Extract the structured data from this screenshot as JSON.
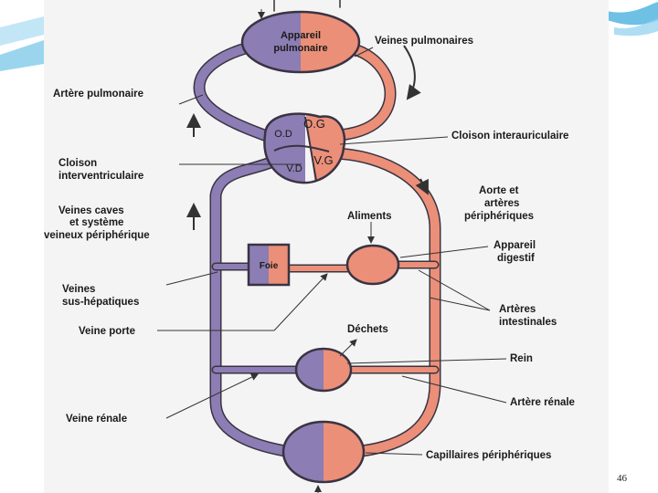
{
  "colors": {
    "venous": "#8c7db4",
    "arterial": "#eb8f78",
    "outline": "#3a3342",
    "arrow": "#333333",
    "paper": "#f4f4f4",
    "slide_accent": "#4ab0de"
  },
  "organs": {
    "lung": [
      "Appareil",
      "pulmonaire"
    ],
    "liver": "Foie",
    "heart_od": "O.D",
    "heart_og": "O.G",
    "heart_vg": "V.G",
    "heart_vd": "V.D"
  },
  "labels": {
    "veines_pulmonaires": "Veines pulmonaires",
    "artere_pulmonaire": "Artère pulmonaire",
    "cloison_interauriculaire": "Cloison interauriculaire",
    "cloison_interventriculaire": [
      "Cloison",
      "interventriculaire"
    ],
    "veines_caves": [
      "Veines caves",
      "et système",
      "veineux périphérique"
    ],
    "aorte": [
      "Aorte et",
      "artères",
      "périphériques"
    ],
    "aliments": "Aliments",
    "appareil_digestif": [
      "Appareil",
      "digestif"
    ],
    "veines_sus_hepatiques": [
      "Veines",
      "sus-hépatiques"
    ],
    "arteres_intestinales": [
      "Artères",
      "intestinales"
    ],
    "veine_porte": "Veine porte",
    "dechets": "Déchets",
    "rein": "Rein",
    "artere_renale": "Artère rénale",
    "veine_renale": "Veine rénale",
    "capillaires": "Capillaires périphériques"
  },
  "page_number": "46"
}
